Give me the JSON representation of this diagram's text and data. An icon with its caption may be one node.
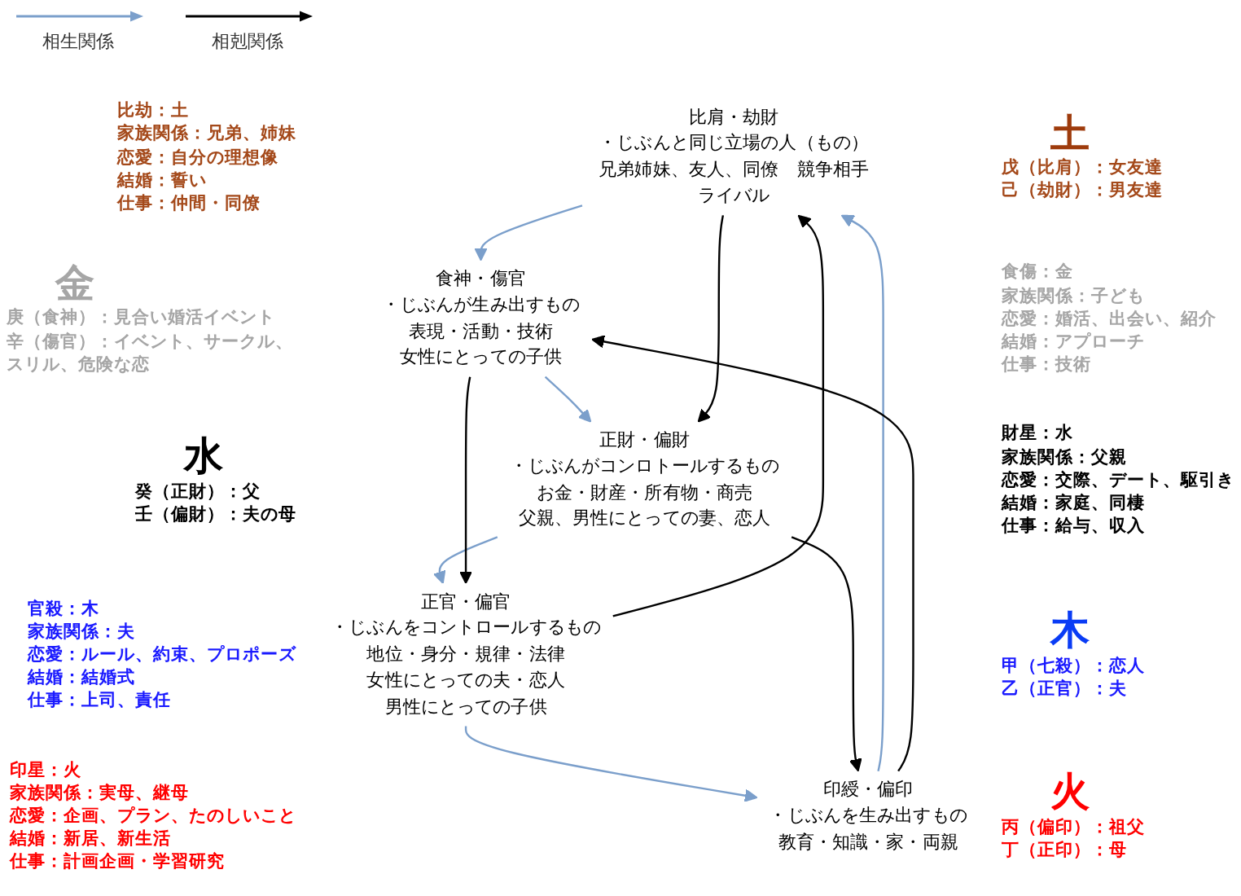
{
  "diagram": {
    "nodes": [
      {
        "text": [
          "比肩・劫財",
          "・じぶんと同じ立場の人（もの）兄弟姉妹、友人、同僚　競争相手",
          "ライバル"
        ],
        "beside": [
          "比劫：土",
          "家族関係：兄弟、姉妹",
          "恋愛：自分の理想像",
          "結婚：誓い",
          "仕事：仲間・同僚",
          "土",
          "戊（比肩）：女友達",
          "己（劫財）：男友達"
        ]
      },
      {
        "text": [
          "印綬・偏印",
          "・じぶんを生み出すもの",
          "教育・知識・家・両親"
        ],
        "beside": [
          "印星：火",
          "家族関係：実母、継母",
          "恋愛：企画、プラン、たのしいこと",
          "結婚：新居、新生活",
          "仕事：計画企画・学習研究",
          "火",
          "丙（偏印）：祖父",
          "丁（正印）：母"
        ]
      },
      {
        "text": [
          "食神・傷官",
          "・じぶんが生み出すもの",
          "表現・活動・技術",
          "女性にとっての子供"
        ],
        "beside": [
          "食傷：金",
          "家族関係：子ども",
          "恋愛：婚活、出会い、紹介",
          "結婚：アプローチ",
          "仕事：技術",
          "金",
          "庚（食神）：見合い婚活イベント",
          "辛（傷官）：イベント、サークル、スリル、危険な恋"
        ]
      },
      {
        "text": [
          "正官・偏官",
          "・じぶんをコントロールするもの",
          "地位・身分・規律・法律",
          "女性にとっての夫・恋人",
          "男性にとっての子供"
        ],
        "beside": [
          "官殺：木",
          "家族関係：夫",
          "恋愛：ルール、約束、プロポーズ",
          "結婚：結婚式",
          "仕事：上司、責任",
          "木",
          "甲（七殺）：恋人",
          "乙（正官）：夫"
        ]
      },
      {
        "text": [
          "正財・偏財",
          "・じぶんがコンロトールするもの",
          "お金・財産・所有物・商売",
          "父親、男性にとっての妻、恋人"
        ],
        "beside": [
          "財星：水",
          "家族関係：父親",
          "恋愛：交際、デート、駆引き",
          "結婚：家庭、同棲",
          "仕事：給与、収入",
          "水",
          "癸（正財）：父",
          "壬（偏財）：夫の母"
        ]
      }
    ],
    "edges": [
      {
        "from": 1,
        "to": 0,
        "arrow": "to",
        "color": "#7b9fcb"
      },
      {
        "from": 0,
        "to": 2,
        "arrow": "to",
        "color": "#7b9fcb"
      },
      {
        "from": 2,
        "to": 4,
        "arrow": "to",
        "color": "#7b9fcb"
      },
      {
        "from": 4,
        "to": 3,
        "arrow": "to",
        "color": "#7b9fcb"
      },
      {
        "from": 3,
        "to": 1,
        "arrow": "to",
        "color": "#7b9fcb"
      },
      {
        "from": 1,
        "to": 2,
        "arrow": "to",
        "color": "#000000"
      },
      {
        "from": 0,
        "to": 4,
        "arrow": "to",
        "color": "#000000"
      },
      {
        "from": 3,
        "to": 0,
        "arrow": "to",
        "color": "#000000"
      },
      {
        "from": 4,
        "to": 1,
        "arrow": "to",
        "color": "#000000"
      },
      {
        "from": 2,
        "to": 3,
        "arrow": "to",
        "color": "#000000"
      }
    ],
    "legend": [
      {
        "text": "相生関係"
      },
      {
        "text": "相剋関係"
      }
    ]
  }
}
